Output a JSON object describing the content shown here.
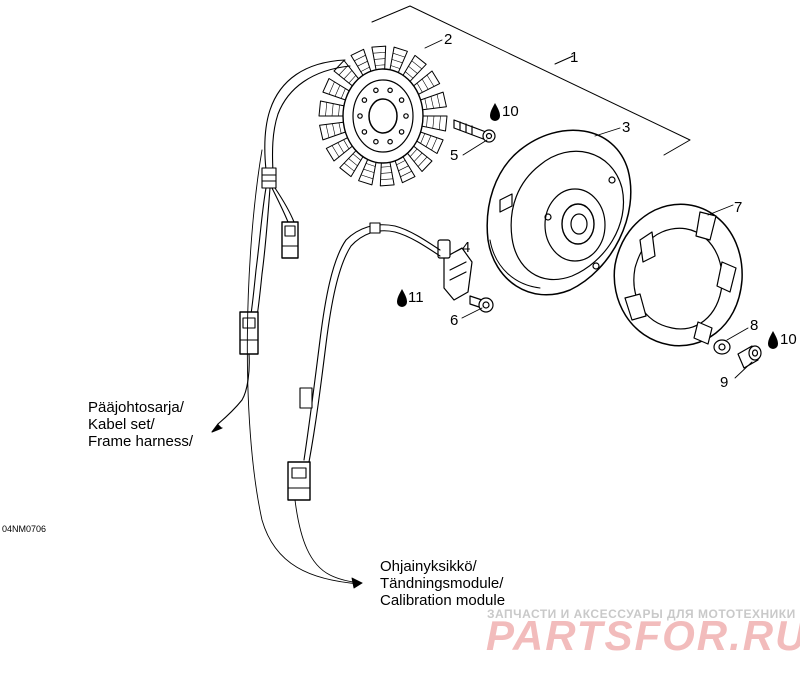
{
  "callouts": {
    "c1": "1",
    "c2": "2",
    "c3": "3",
    "c4": "4",
    "c5": "5",
    "c6": "6",
    "c7": "7",
    "c8": "8",
    "c9": "9",
    "c10a": "10",
    "c10b": "10",
    "c11": "11"
  },
  "labels": {
    "frame_harness": [
      "Pääjohtosarja/",
      "Kabel set/",
      "Frame harness/"
    ],
    "calibration_module": [
      "Ohjainyksikkö/",
      "Tändningsmodule/",
      "Calibration module"
    ]
  },
  "drawing_code": "04NM0706",
  "watermark": {
    "tagline": "ЗАПЧАСТИ И АКСЕССУАРЫ ДЛЯ МОТОТЕХНИКИ",
    "logo": "PARTSFOR.RU"
  },
  "colors": {
    "line": "#000000",
    "watermark_logo": "#f2bcbc",
    "watermark_text": "#c9c9c9"
  },
  "icons": [
    "oil-drop-icon",
    "oil-drop-icon",
    "oil-drop-icon"
  ]
}
